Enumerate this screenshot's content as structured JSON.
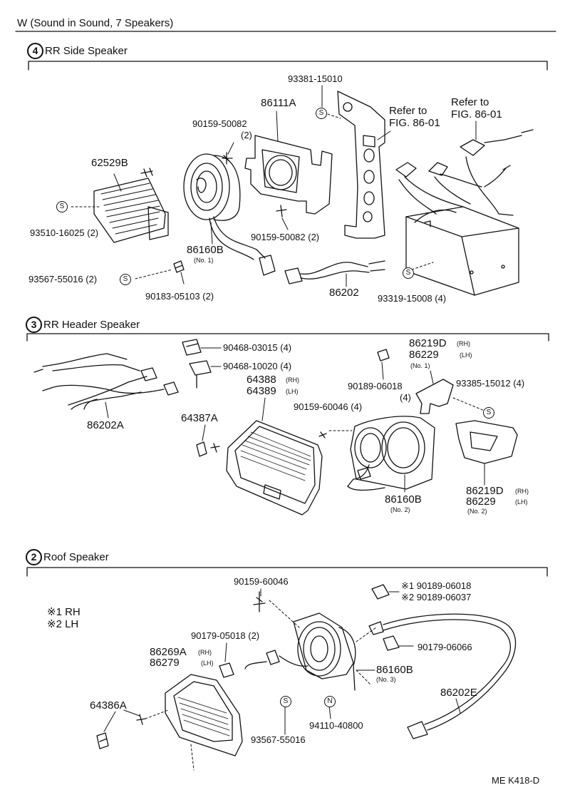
{
  "header": {
    "title": "W (Sound in Sound, 7 Speakers)"
  },
  "sections": [
    {
      "num": "4",
      "name": "RR Side Speaker"
    },
    {
      "num": "3",
      "name": "RR Header Speaker"
    },
    {
      "num": "2",
      "name": "Roof Speaker"
    }
  ],
  "s4": {
    "p93381": "93381-15010",
    "p86111A": "86111A",
    "ref1a": "Refer to",
    "ref1b": "FIG. 86-01",
    "ref2a": "Refer to",
    "ref2b": "FIG. 86-01",
    "p90159a": "90159-50082",
    "p90159a_q": "(2)",
    "p62529B": "62529B",
    "p93510": "93510-16025 (2)",
    "p90159b": "90159-50082 (2)",
    "p86160B": "86160B",
    "p86160B_no": "(No. 1)",
    "p93567": "93567-55016 (2)",
    "p90183": "90183-05103 (2)",
    "p86202": "86202",
    "p93319": "93319-15008 (4)"
  },
  "s3": {
    "p90468a": "90468-03015 (4)",
    "p90468b": "90468-10020 (4)",
    "p86219D_top": "86219D",
    "p86219D_top_rh": "(RH)",
    "p86229_top": "86229",
    "p86229_top_lh": "(LH)",
    "p86229_top_no": "(No. 1)",
    "p90189": "90189-06018",
    "p90189_q": "(4)",
    "p93385": "93385-15012 (4)",
    "p64388": "64388",
    "p64388_rh": "(RH)",
    "p64389": "64389",
    "p64389_lh": "(LH)",
    "p90159": "90159-60046 (4)",
    "p86202A": "86202A",
    "p64387A": "64387A",
    "p86160B": "86160B",
    "p86160B_no": "(No. 2)",
    "p86219D_bot": "86219D",
    "p86219D_bot_rh": "(RH)",
    "p86229_bot": "86229",
    "p86229_bot_lh": "(LH)",
    "p86229_bot_no": "(No. 2)"
  },
  "s2": {
    "p90159": "90159-60046",
    "legend1": "※1 RH",
    "legend2": "※2 LH",
    "p90189a": "※1 90189-06018",
    "p90189b": "※2 90189-06037",
    "p90179a": "90179-05018 (2)",
    "p86269A": "86269A",
    "p86269A_rh": "(RH)",
    "p86279": "86279",
    "p86279_lh": "(LH)",
    "p90179b": "90179-06066",
    "p86160B": "86160B",
    "p86160B_no": "(No. 3)",
    "p64386A": "64386A",
    "p94110": "94110-40800",
    "p86202E": "86202E",
    "p93567": "93567-55016"
  },
  "footer": {
    "code": "ME  K418-D"
  },
  "symbols": {
    "s": "S",
    "n": "N"
  }
}
